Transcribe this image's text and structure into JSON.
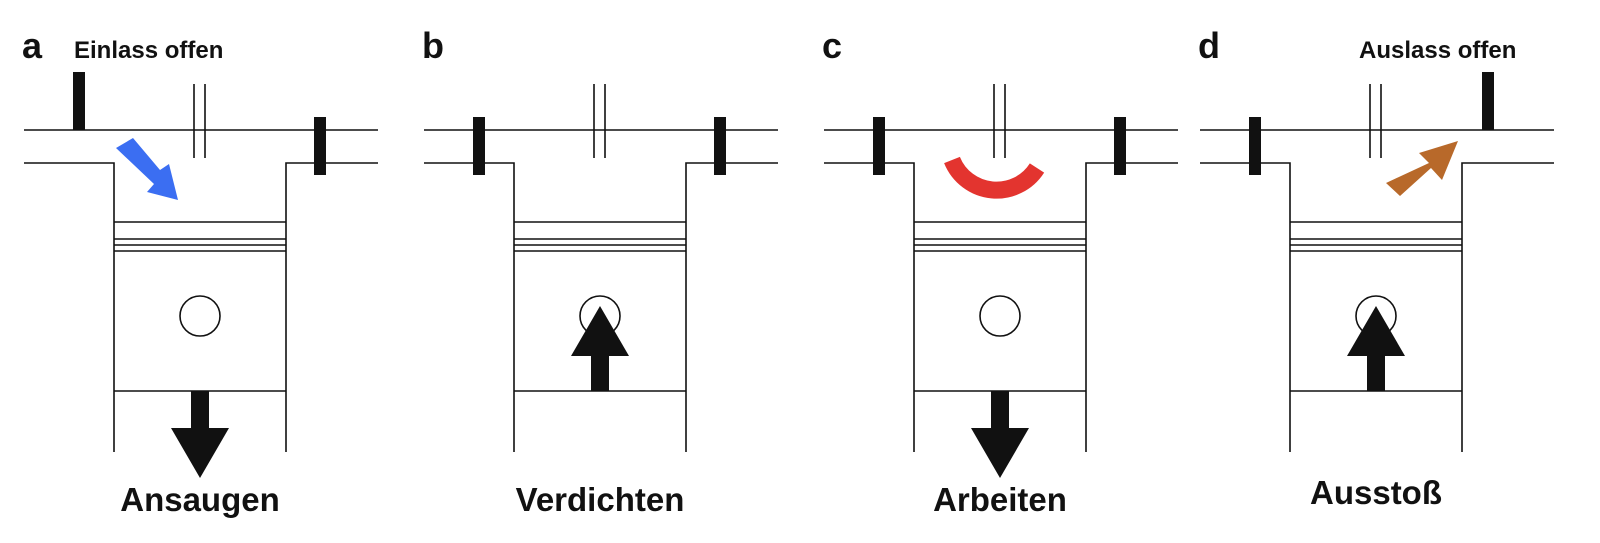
{
  "panels": [
    {
      "letter": "a",
      "valve_label": "Einlass offen",
      "stroke_label": "Ansaugen",
      "valve_state": "intake-open",
      "piston_motion": "down",
      "flow": "intake",
      "flow_color": "#3b6ef2",
      "ignition": false
    },
    {
      "letter": "b",
      "valve_label": "",
      "stroke_label": "Verdichten",
      "valve_state": "closed",
      "piston_motion": "up",
      "flow": "none",
      "ignition": false
    },
    {
      "letter": "c",
      "valve_label": "",
      "stroke_label": "Arbeiten",
      "valve_state": "closed",
      "piston_motion": "down",
      "flow": "none",
      "ignition": true,
      "ignition_color": "#e3342f"
    },
    {
      "letter": "d",
      "valve_label": "Auslass offen",
      "stroke_label": "Ausstoß",
      "valve_state": "exhaust-open",
      "piston_motion": "up",
      "flow": "exhaust",
      "flow_color": "#b8692a",
      "ignition": false
    }
  ]
}
